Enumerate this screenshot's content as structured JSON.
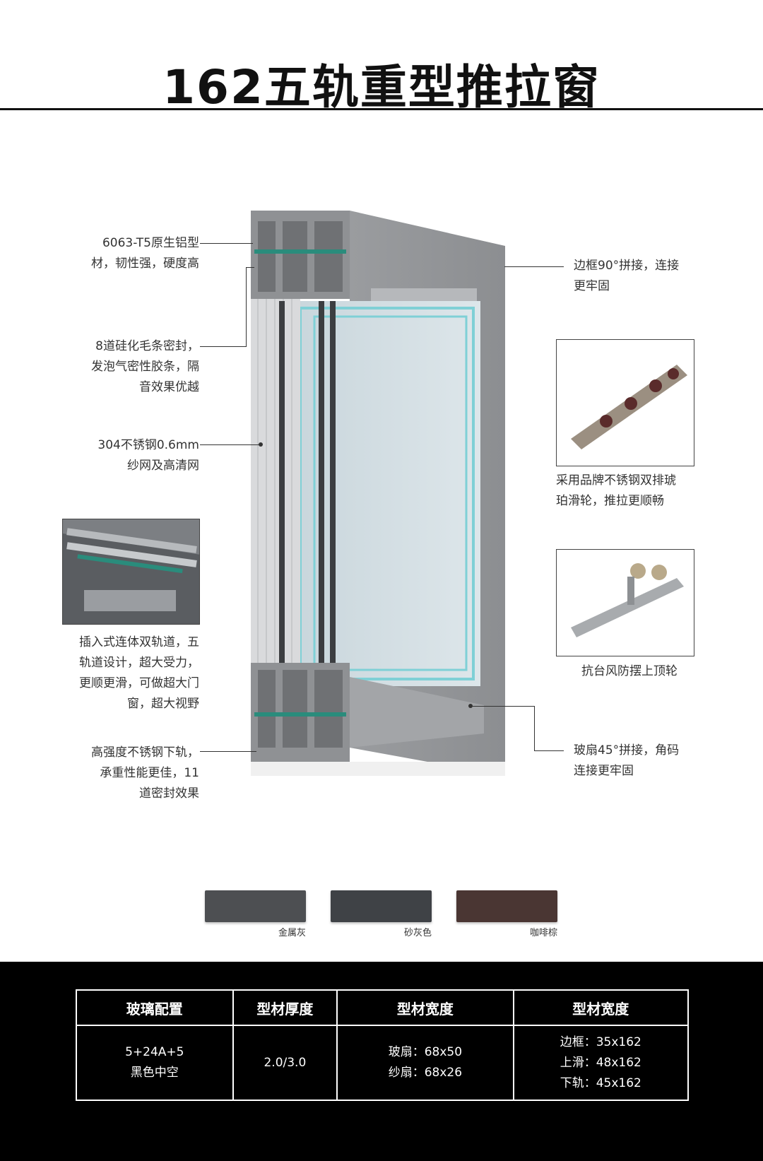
{
  "title": "162五轨重型推拉窗",
  "annotations": {
    "left": [
      {
        "text": "6063-T5原生铝型\n材，韧性强，硬度高"
      },
      {
        "text": "8道硅化毛条密封，\n发泡气密性胶条，隔\n音效果优越"
      },
      {
        "text": "304不锈钢0.6mm\n纱网及高清网"
      },
      {
        "text": "插入式连体双轨道，五\n轨道设计，超大受力，\n更顺更滑，可做超大门\n窗，超大视野"
      },
      {
        "text": "高强度不锈钢下轨，\n承重性能更佳，11\n道密封效果"
      }
    ],
    "right": [
      {
        "text": "边框90°拼接，连接\n更牢固"
      },
      {
        "text": "采用品牌不锈钢双排琥\n珀滑轮，推拉更顺畅"
      },
      {
        "text": "抗台风防摆上顶轮"
      },
      {
        "text": "玻扇45°拼接，角码\n连接更牢固"
      }
    ]
  },
  "colors": [
    {
      "name": "金属灰",
      "hex": "#4d4f52"
    },
    {
      "name": "砂灰色",
      "hex": "#3f4246"
    },
    {
      "name": "咖啡棕",
      "hex": "#4a3633"
    }
  ],
  "spec_table": {
    "headers": [
      "型材宽度",
      "型材宽度",
      "型材厚度",
      "玻璃配置"
    ],
    "rows": [
      [
        "边框：35x162\n上滑：48x162\n下轨：45x162",
        "玻扇：68x50\n纱扇：68x26",
        "2.0/3.0",
        "5+24A+5\n黑色中空"
      ]
    ]
  }
}
